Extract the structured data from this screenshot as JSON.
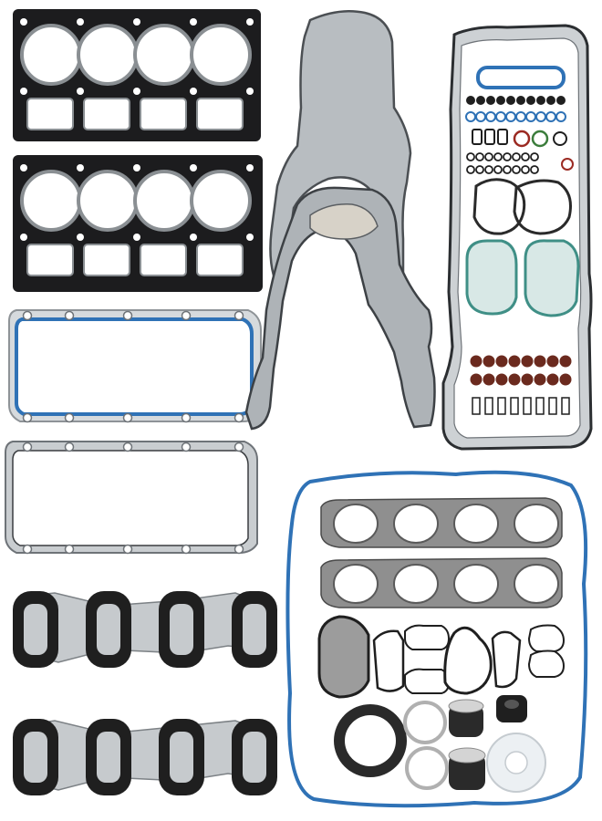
{
  "image": {
    "subject": "engine-gasket-kit",
    "background": "#ffffff"
  },
  "colors": {
    "black_gasket": "#1c1c1e",
    "steel": "#a9aeb2",
    "steel_light": "#cfd3d6",
    "steel_dark": "#6e7378",
    "blue_seal": "#2f72b6",
    "graphite": "#8f8f8f",
    "rust_seal": "#6b2a1e",
    "teal_seal": "#3f8f86",
    "green_ring": "#3c7d3c",
    "red_ring": "#9b2a22",
    "white_seal": "#ecf0f3",
    "rubber": "#2a2a2a"
  },
  "parts": {
    "head_gasket_count": 2,
    "valley_gasket_count": 2,
    "intake_gasket_count": 2,
    "exhaust_gasket_count": 2,
    "valve_seal_count": 16,
    "head_bores": 4
  }
}
